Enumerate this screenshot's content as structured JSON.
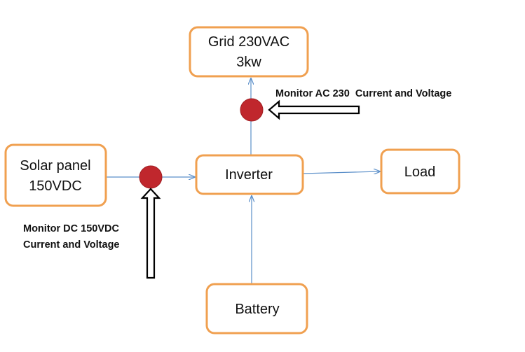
{
  "nodes": {
    "grid": {
      "line1": "Grid 230VAC",
      "line2": "3kw"
    },
    "solar": {
      "line1": "Solar panel",
      "line2": "150VDC"
    },
    "inverter": {
      "label": "Inverter"
    },
    "load": {
      "label": "Load"
    },
    "battery": {
      "label": "Battery"
    }
  },
  "notes": {
    "ac": "Monitor AC 230  Current and Voltage",
    "dc_line1": "Monitor DC 150VDC",
    "dc_line2": "Current and Voltage"
  },
  "colors": {
    "node_border": "#f0a050",
    "edge": "#5b8fc9",
    "monitor_point": "#c0272d"
  }
}
